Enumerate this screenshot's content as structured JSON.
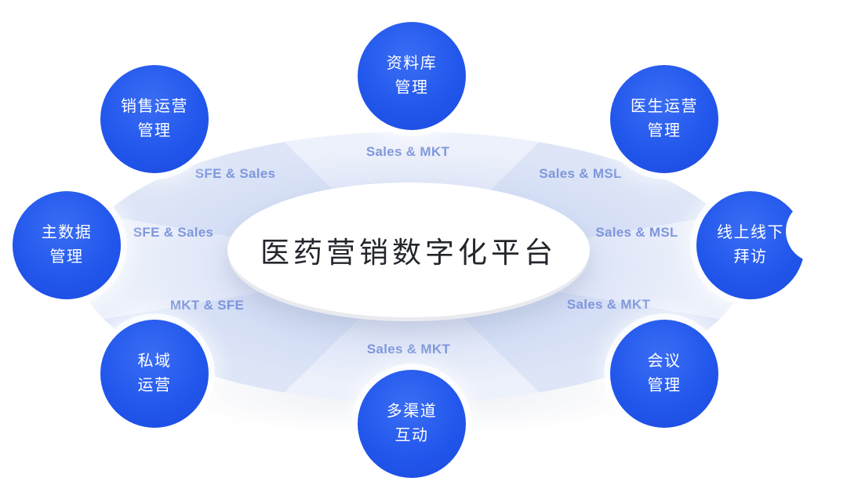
{
  "diagram": {
    "center": {
      "title": "医药营销数字化平台"
    },
    "nodes": [
      {
        "id": "database-management",
        "line1": "资料库",
        "line2": "管理"
      },
      {
        "id": "sales-operations-management",
        "line1": "销售运营",
        "line2": "管理"
      },
      {
        "id": "master-data-management",
        "line1": "主数据",
        "line2": "管理"
      },
      {
        "id": "private-domain-operations",
        "line1": "私域",
        "line2": "运营"
      },
      {
        "id": "multichannel-interaction",
        "line1": "多渠道",
        "line2": "互动"
      },
      {
        "id": "meeting-management",
        "line1": "会议",
        "line2": "管理"
      },
      {
        "id": "online-offline-visits",
        "line1": "线上线下",
        "line2": "拜访"
      },
      {
        "id": "doctor-operations-management",
        "line1": "医生运营",
        "line2": "管理"
      }
    ],
    "segments": [
      {
        "position": "top",
        "label": "Sales & MKT"
      },
      {
        "position": "top-left",
        "label": "SFE & Sales"
      },
      {
        "position": "left",
        "label": "SFE & Sales"
      },
      {
        "position": "bottom-left",
        "label": "MKT & SFE"
      },
      {
        "position": "bottom",
        "label": "Sales & MKT"
      },
      {
        "position": "bottom-right",
        "label": "Sales & MKT"
      },
      {
        "position": "right",
        "label": "Sales & MSL"
      },
      {
        "position": "top-right",
        "label": "Sales & MSL"
      }
    ],
    "colors": {
      "node_blue": "#2257EC",
      "node_blue_light": "#3A6DF4",
      "node_blue_deep": "#1B49DF",
      "segment_light": "#EDF1FB",
      "segment_medium": "#DDE5F7",
      "segment_label_text": "#7E96DC",
      "center_text": "#23262C",
      "node_text": "#FFFFFF",
      "background": "#FFFFFF"
    }
  }
}
